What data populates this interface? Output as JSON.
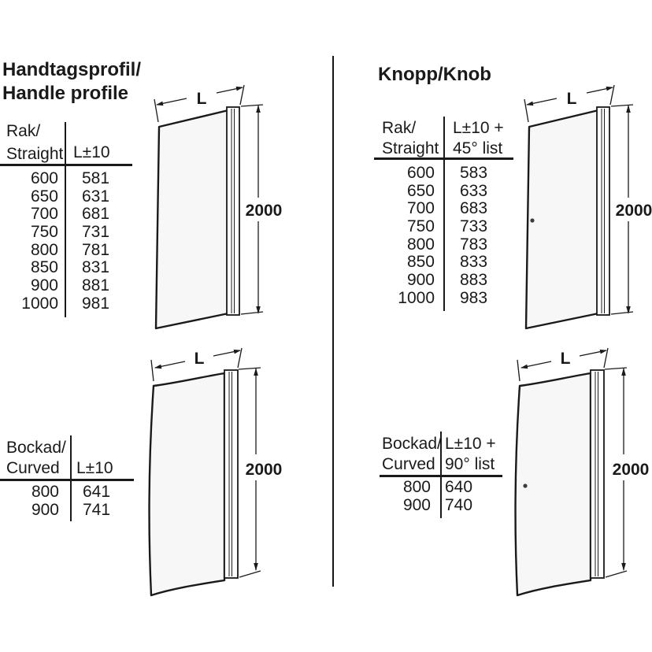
{
  "page": {
    "background": "#ffffff",
    "line_color": "#1a1a1a"
  },
  "left_section": {
    "title_line1": "Handtagsprofil/",
    "title_line2": "Handle profile",
    "straight_table": {
      "header_col1_line1": "Rak/",
      "header_col1_line2": "Straight",
      "header_col2_line1": "L±10",
      "rows": [
        [
          "600",
          "581"
        ],
        [
          "650",
          "631"
        ],
        [
          "700",
          "681"
        ],
        [
          "750",
          "731"
        ],
        [
          "800",
          "781"
        ],
        [
          "850",
          "831"
        ],
        [
          "900",
          "881"
        ],
        [
          "1000",
          "981"
        ]
      ]
    },
    "curved_table": {
      "header_col1_line1": "Bockad/",
      "header_col1_line2": "Curved",
      "header_col2_line1": "L±10",
      "rows": [
        [
          "800",
          "641"
        ],
        [
          "900",
          "741"
        ]
      ]
    }
  },
  "right_section": {
    "title": "Knopp/Knob",
    "straight_table": {
      "header_col1_line1": "Rak/",
      "header_col1_line2": "Straight",
      "header_col2_line1": "L±10 +",
      "header_col2_line2": "45° list",
      "rows": [
        [
          "600",
          "583"
        ],
        [
          "650",
          "633"
        ],
        [
          "700",
          "683"
        ],
        [
          "750",
          "733"
        ],
        [
          "800",
          "783"
        ],
        [
          "850",
          "833"
        ],
        [
          "900",
          "883"
        ],
        [
          "1000",
          "983"
        ]
      ]
    },
    "curved_table": {
      "header_col1_line1": "Bockad/",
      "header_col1_line2": "Curved",
      "header_col2_line1": "L±10 +",
      "header_col2_line2": "90° list",
      "rows": [
        [
          "800",
          "640"
        ],
        [
          "900",
          "740"
        ]
      ]
    }
  },
  "diagrams": {
    "width_label": "L",
    "height_label": "2000"
  }
}
